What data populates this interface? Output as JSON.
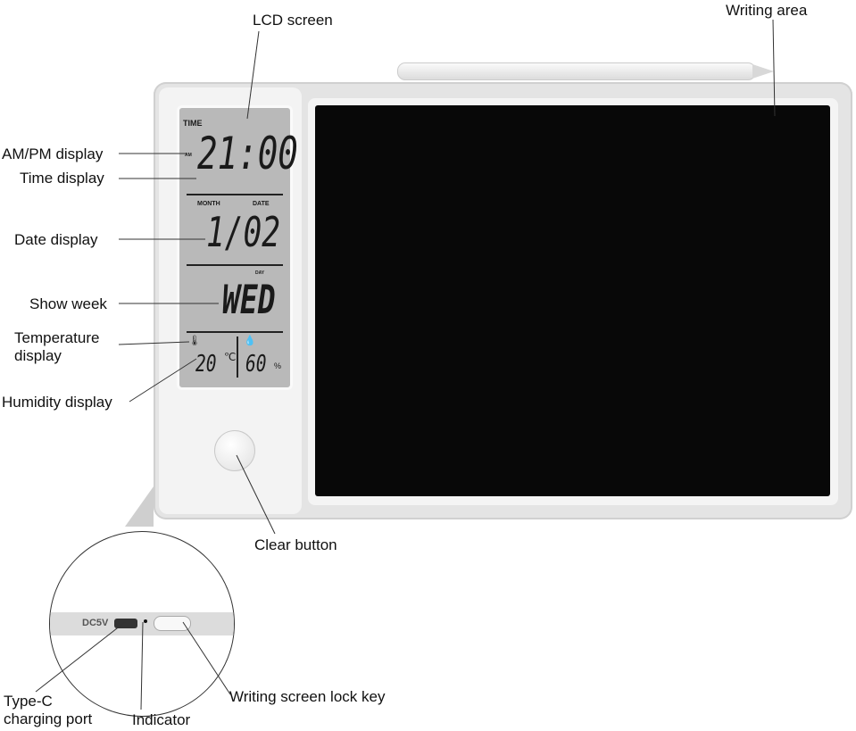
{
  "labels": {
    "lcd_screen": "LCD screen",
    "writing_area": "Writing area",
    "ampm": "AM/PM display",
    "time": "Time display",
    "date": "Date display",
    "week": "Show week",
    "temperature_1": "Temperature",
    "temperature_2": "display",
    "humidity": "Humidity display",
    "clear": "Clear button",
    "typec_1": "Type-C",
    "typec_2": "charging port",
    "indicator": "Indicator",
    "lock": "Writing screen lock key"
  },
  "lcd": {
    "time_label": "TIME",
    "ampm": "AM",
    "time": "21:00",
    "month_label": "MONTH",
    "date_label": "DATE",
    "date": "1/02",
    "day_label": "DAY",
    "day": "WED",
    "temperature": "20",
    "temp_unit": "℃",
    "humidity": "60",
    "humidity_unit": "%"
  },
  "port": {
    "label": "DC5V"
  },
  "colors": {
    "screen": "#080808",
    "lcd": "#b9b9b9",
    "body": "#e4e4e4"
  }
}
